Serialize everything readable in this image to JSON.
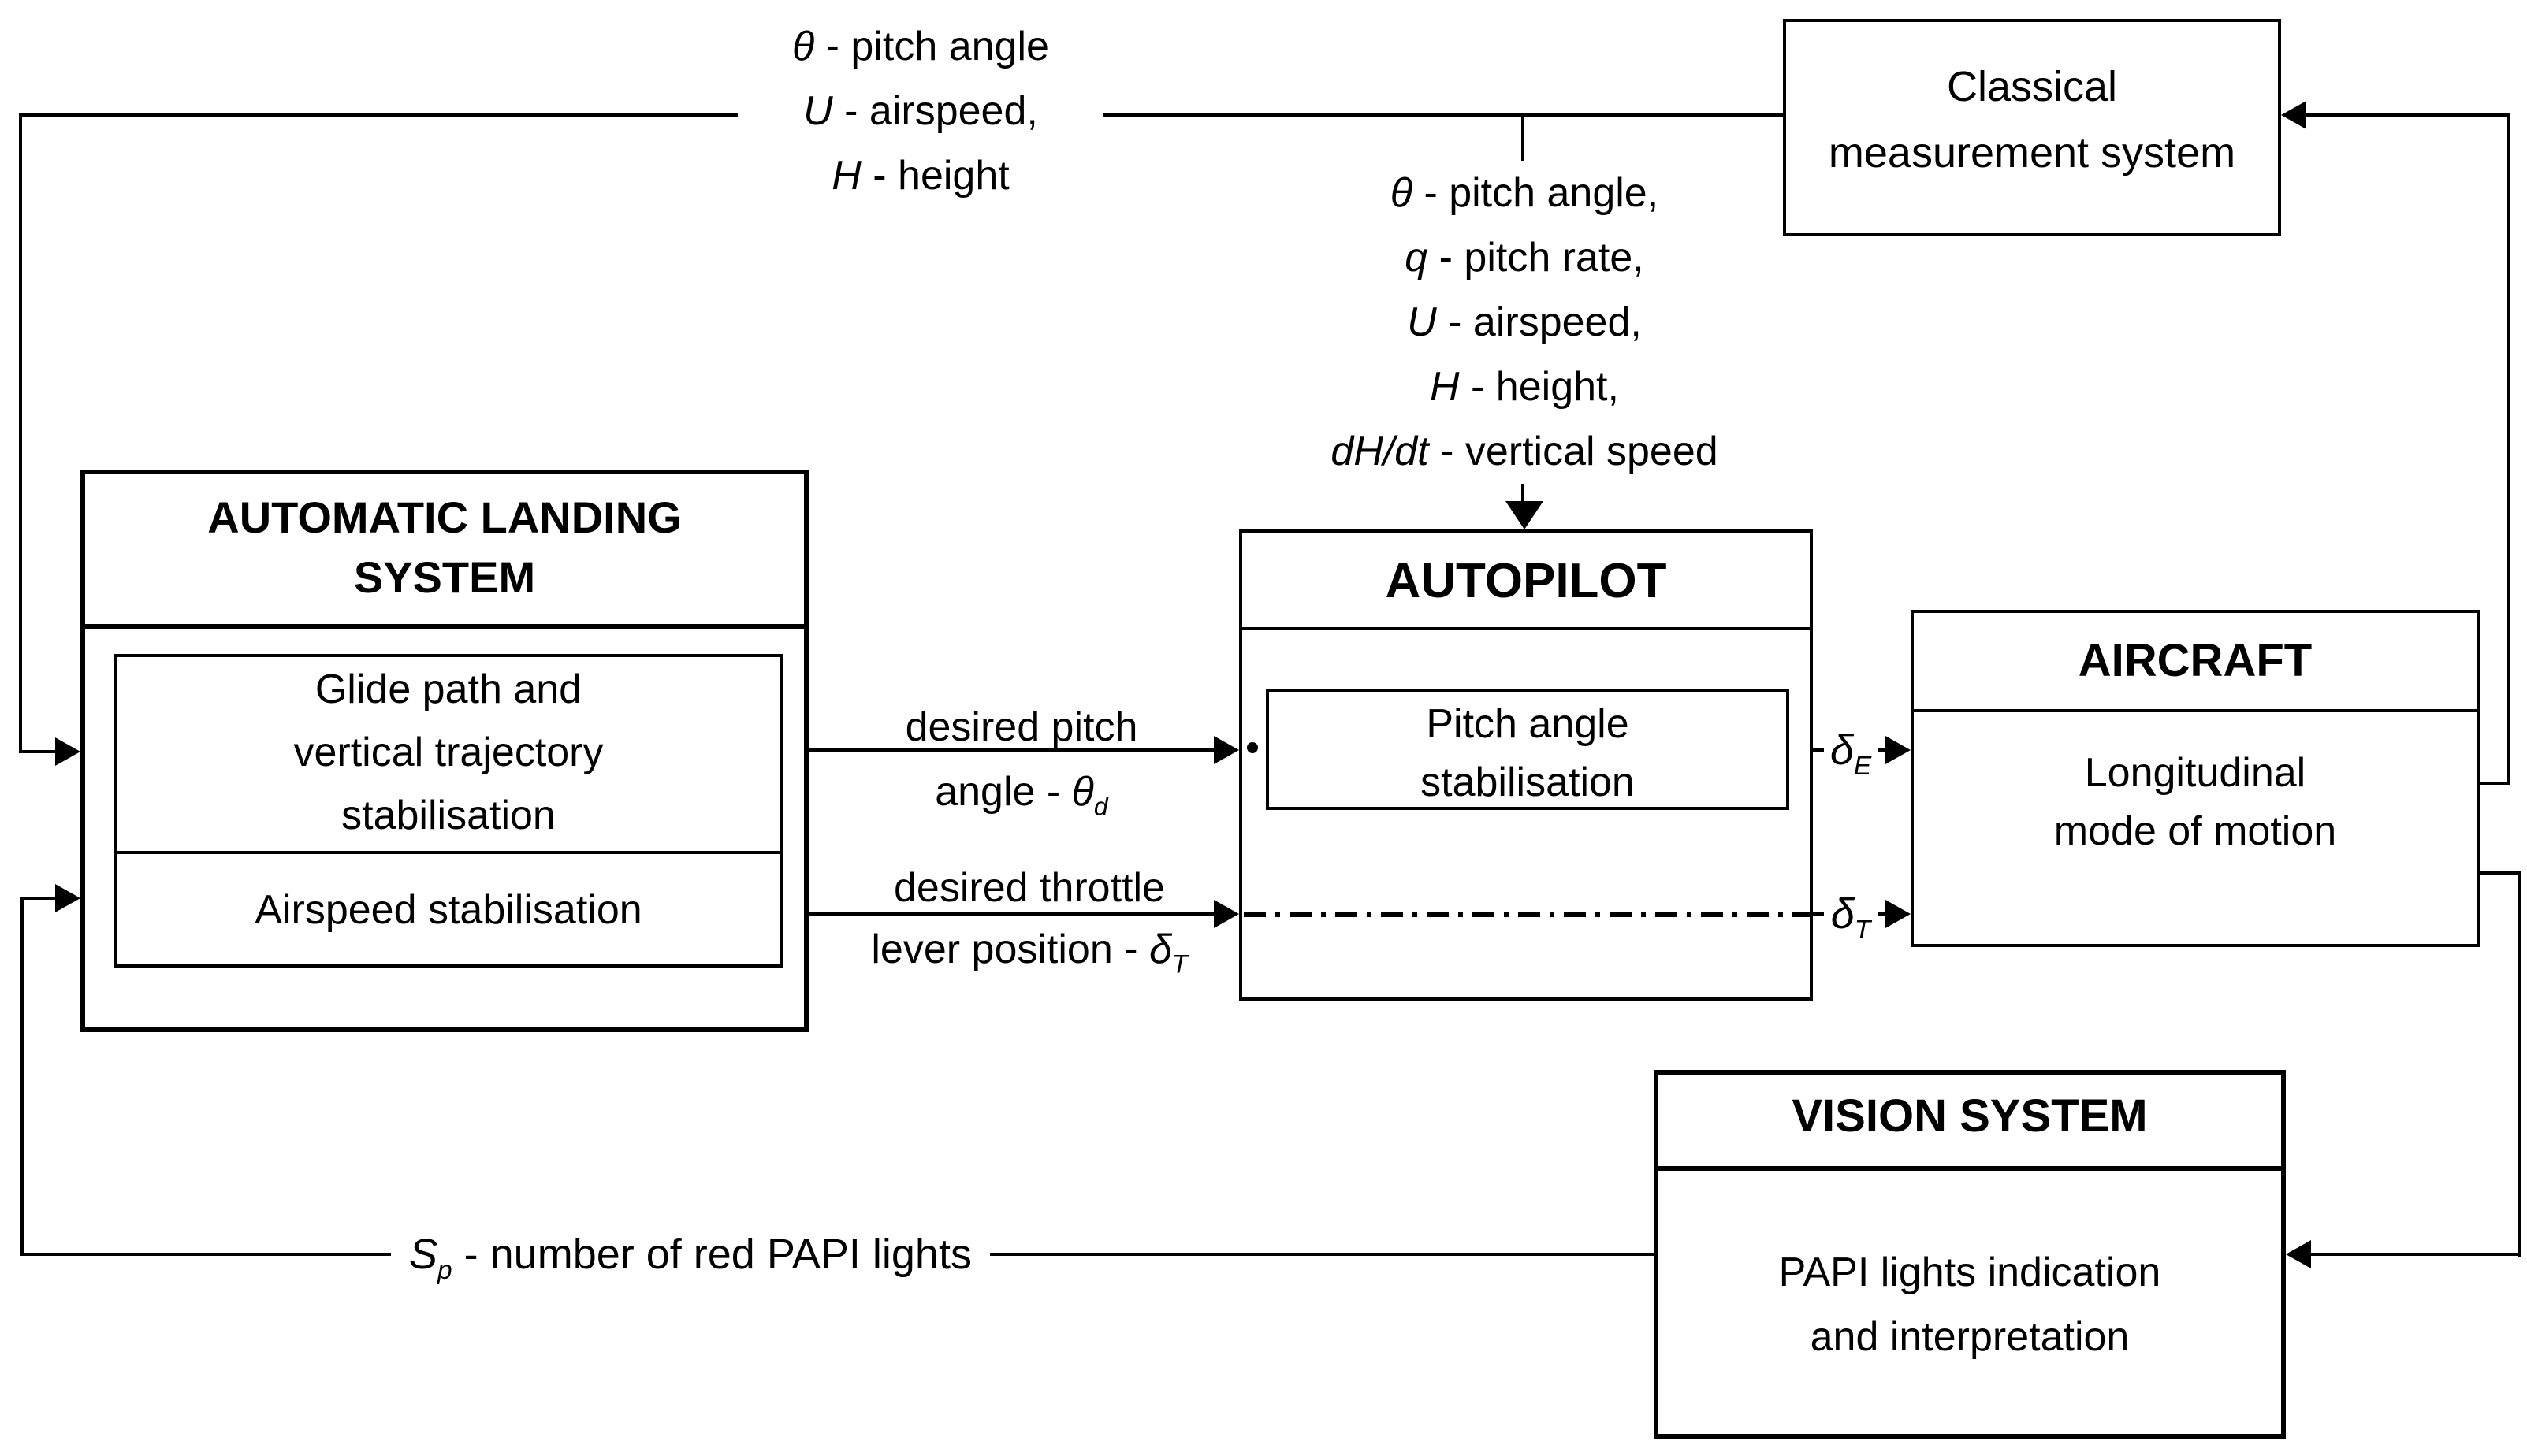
{
  "palette": {
    "ink": "#000000",
    "paper": "#ffffff"
  },
  "blocks": {
    "classical": {
      "line1": "Classical",
      "line2": "measurement system"
    },
    "als": {
      "title_line1": "AUTOMATIC LANDING",
      "title_line2": "SYSTEM",
      "glide_line1": "Glide path and",
      "glide_line2": "vertical trajectory",
      "glide_line3": "stabilisation",
      "airspeed": "Airspeed stabilisation"
    },
    "autopilot": {
      "title": "AUTOPILOT",
      "pitch_line1": "Pitch angle",
      "pitch_line2": "stabilisation"
    },
    "aircraft": {
      "title": "AIRCRAFT",
      "body_line1": "Longitudinal",
      "body_line2": "mode of motion"
    },
    "vision": {
      "title": "VISION SYSTEM",
      "body_line1": "PAPI lights indication",
      "body_line2": "and interpretation"
    }
  },
  "signals": {
    "top_feedback": [
      {
        "sym": "θ",
        "rest": " - pitch angle"
      },
      {
        "sym": "U",
        "rest": " - airspeed,"
      },
      {
        "sym": "H",
        "rest": " - height"
      }
    ],
    "measurement_feedback": [
      {
        "sym": "θ",
        "rest": " - pitch angle,"
      },
      {
        "sym": "q",
        "rest": " - pitch rate,"
      },
      {
        "sym": "U",
        "rest": " - airspeed,"
      },
      {
        "sym": "H",
        "rest": " - height,"
      },
      {
        "sym": "dH/dt",
        "rest": " - vertical speed"
      }
    ],
    "desired_pitch": {
      "line1": "desired pitch",
      "line2_text": "angle - ",
      "sym": "θ",
      "sub": "d"
    },
    "desired_throttle": {
      "line1": "desired throttle",
      "line2_text": "lever position - ",
      "sym": "δ",
      "sub": "T"
    },
    "elevator": {
      "sym": "δ",
      "sub": "E"
    },
    "throttle": {
      "sym": "δ",
      "sub": "T"
    },
    "papi": {
      "sym": "S",
      "sub": "p",
      "rest": " - number of red PAPI lights"
    }
  }
}
